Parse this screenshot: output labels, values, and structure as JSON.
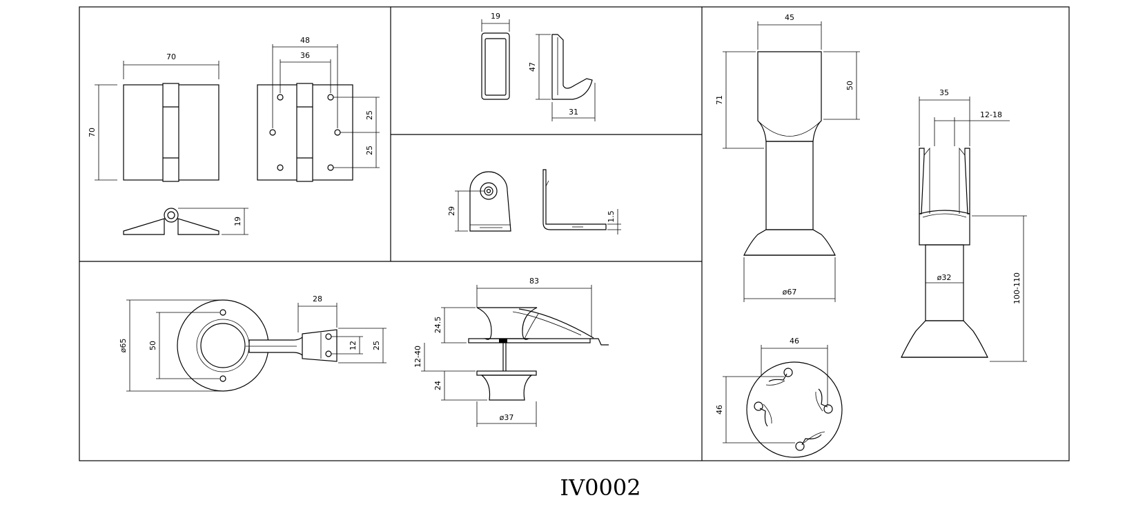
{
  "drawing": {
    "code": "IV0002",
    "hinge": {
      "width": "70",
      "height": "70",
      "leaf_thickness": "19",
      "hole_span_outer": "48",
      "hole_span_inner": "36",
      "hole_pitch_upper": "25",
      "hole_pitch_lower": "25"
    },
    "hook": {
      "width": "19",
      "height": "47",
      "depth": "31"
    },
    "bracket": {
      "height": "29",
      "thickness": "1.5"
    },
    "coat_ring": {
      "diameter": "ø65",
      "inner": "50",
      "arm_width": "28",
      "plate_holes": "12",
      "plate_height": "25"
    },
    "indicator_lock": {
      "length": "83",
      "upper_height": "24.5",
      "panel_range": "12-40",
      "lower_height": "24",
      "knob_diameter": "ø37"
    },
    "leg_support": {
      "top_width": "45",
      "total_height": "71",
      "socket_height": "50",
      "base_diameter": "ø67"
    },
    "leg_support_slotted": {
      "top_width": "35",
      "slot_range": "12-18",
      "tube_diameter": "ø32",
      "height_range": "100-110"
    },
    "base_plate": {
      "width": "46",
      "height": "46"
    }
  }
}
